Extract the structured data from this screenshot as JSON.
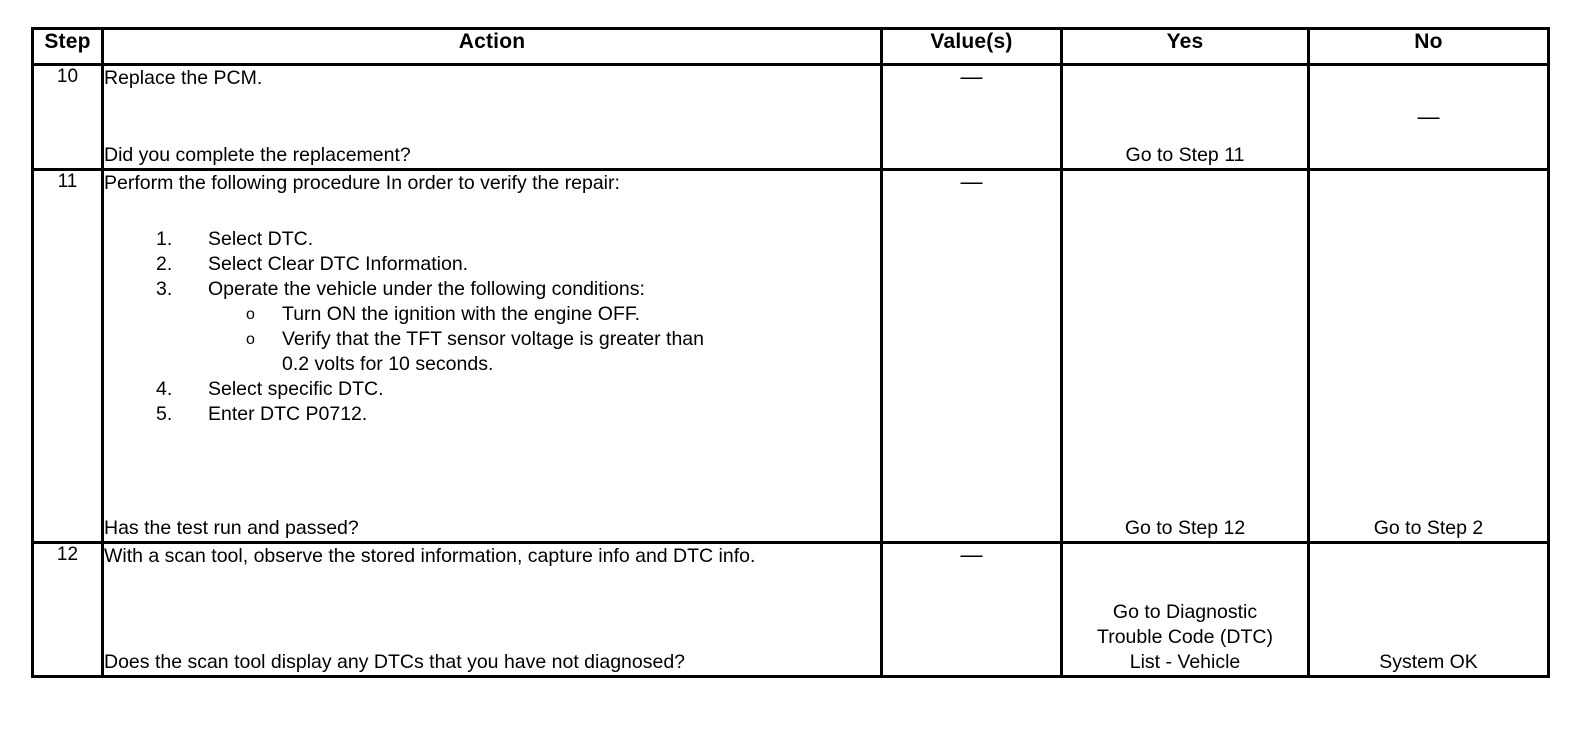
{
  "table": {
    "headers": {
      "step": "Step",
      "action": "Action",
      "values": "Value(s)",
      "yes": "Yes",
      "no": "No"
    },
    "rows": [
      {
        "step": "10",
        "action_lead": "Replace the PCM.",
        "action_tail": "Did you complete the replacement?",
        "value": "—",
        "yes_lines": [
          "Go to Step 11"
        ],
        "no_lines": [
          "—"
        ]
      },
      {
        "step": "11",
        "action_lead": "Perform the following procedure In order to verify the repair:",
        "procedure": [
          {
            "num": "1.",
            "text": "Select DTC."
          },
          {
            "num": "2.",
            "text": "Select Clear DTC Information."
          },
          {
            "num": "3.",
            "text": "Operate the vehicle under the following conditions:",
            "sub": [
              {
                "marker": "o",
                "text": "Turn ON the ignition with the engine OFF."
              },
              {
                "marker": "o",
                "text": "Verify that the TFT sensor voltage is greater than",
                "cont": "0.2 volts for 10 seconds."
              }
            ]
          },
          {
            "num": "4.",
            "text": "Select specific DTC."
          },
          {
            "num": "5.",
            "text": "Enter DTC P0712."
          }
        ],
        "action_tail": "Has the test run and passed?",
        "value": "—",
        "yes_lines": [
          "Go to Step 12"
        ],
        "no_lines": [
          "Go to Step 2"
        ]
      },
      {
        "step": "12",
        "action_lead": "With a scan tool, observe the stored information, capture info and DTC info.",
        "action_tail": "Does the scan tool display any DTCs that you have not diagnosed?",
        "value": "—",
        "yes_lines": [
          "Go to Diagnostic",
          "Trouble Code (DTC)",
          "List - Vehicle"
        ],
        "no_lines": [
          "System OK"
        ]
      }
    ]
  },
  "colors": {
    "border": "#000000",
    "background": "#ffffff",
    "text": "#000000"
  }
}
